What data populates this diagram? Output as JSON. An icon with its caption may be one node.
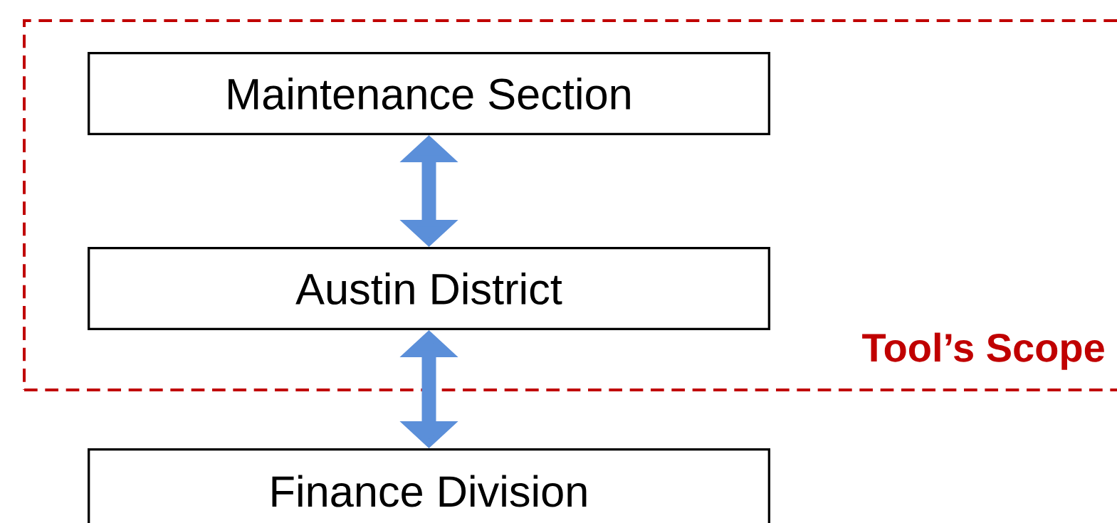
{
  "diagram": {
    "nodes": [
      {
        "text": [
          "Tool’s Scope"
        ]
      },
      {
        "text": [
          "Maintenance Section"
        ],
        "in": 0
      },
      {
        "text": [
          "Austin District"
        ],
        "in": 0
      },
      {
        "text": [
          "Finance Division"
        ]
      }
    ],
    "edges": [
      {
        "from": 1,
        "to": 2,
        "arrow": "both"
      },
      {
        "from": 2,
        "to": 3,
        "arrow": "both"
      }
    ]
  }
}
